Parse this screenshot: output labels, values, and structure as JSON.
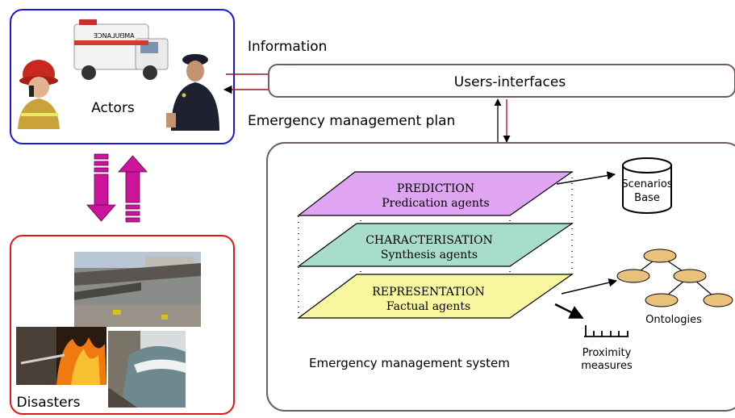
{
  "actors": {
    "label": "Actors"
  },
  "disasters": {
    "label": "Disasters"
  },
  "flows": {
    "information": "Information",
    "plan": "Emergency management plan"
  },
  "users_interfaces": {
    "label": "Users-interfaces"
  },
  "system": {
    "label": "Emergency management system"
  },
  "layers": [
    {
      "title": "PREDICTION",
      "subtitle": "Predication agents",
      "color": "#dfa4f2"
    },
    {
      "title": "CHARACTERISATION",
      "subtitle": "Synthesis agents",
      "color": "#a8dccc"
    },
    {
      "title": "REPRESENTATION",
      "subtitle": "Factual agents",
      "color": "#f8f7a0"
    }
  ],
  "scenarios_base": {
    "line1": "Scenarios",
    "line2": "Base"
  },
  "ontologies": {
    "label": "Ontologies",
    "node_color": "#e8c27a"
  },
  "proximity": {
    "line1": "Proximity",
    "line2": "measures"
  },
  "colors": {
    "actors_border": "#1a1ad6",
    "disasters_border": "#e01818",
    "panel_border": "#6e5a68",
    "flow_arrow": "#a0101a",
    "vertical_arrow": "#cc149a"
  }
}
